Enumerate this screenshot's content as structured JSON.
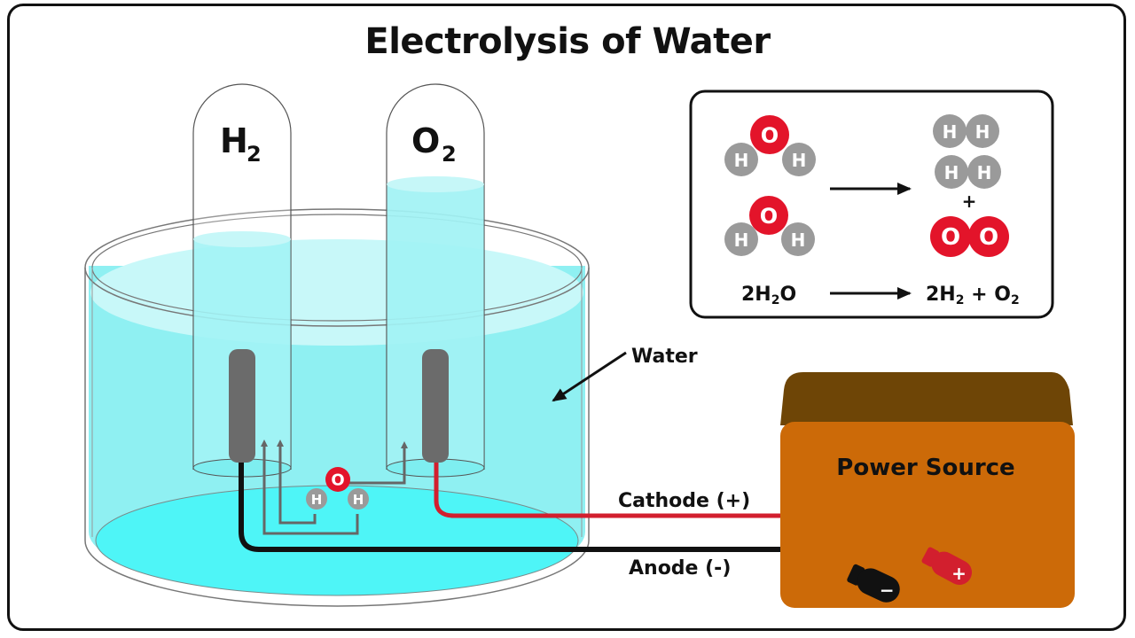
{
  "title": "Electrolysis of Water",
  "tubes": {
    "left": {
      "gas": "H",
      "subscript": "2"
    },
    "right": {
      "gas": "O",
      "subscript": "2"
    }
  },
  "labels": {
    "water": "Water",
    "power_source": "Power Source",
    "cathode": "Cathode (+)",
    "anode": "Anode (-)",
    "terminal_negative": "−",
    "terminal_positive": "+"
  },
  "molecule": {
    "oxygen": "O",
    "hydrogen": "H"
  },
  "reaction_box": {
    "reactant_atoms": {
      "oxygen": "O",
      "hydrogen": "H"
    },
    "product_plus": "+",
    "equation": {
      "reactant": {
        "coef": "2H",
        "sub": "2",
        "rest": "O"
      },
      "product": {
        "coef": "2H",
        "sub1": "2",
        "mid": " + O",
        "sub2": "2"
      }
    }
  },
  "colors": {
    "water": "#8ff0f2",
    "water_bottom": "#4ef5f7",
    "oxygen_atom": "#e3142a",
    "hydrogen_atom": "#9a9a9a",
    "electrode": "#6b6b6b",
    "cathode_wire": "#d21f2e",
    "anode_wire": "#111111",
    "power_front": "#cc6a08",
    "power_top": "#6e4506"
  }
}
